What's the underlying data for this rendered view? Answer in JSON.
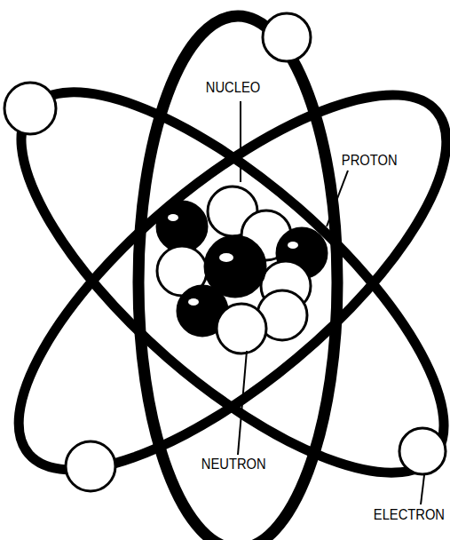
{
  "diagram": {
    "labels": [
      "NUCLEO",
      "PROTON",
      "NEUTRON",
      "ELECTRON"
    ]
  }
}
